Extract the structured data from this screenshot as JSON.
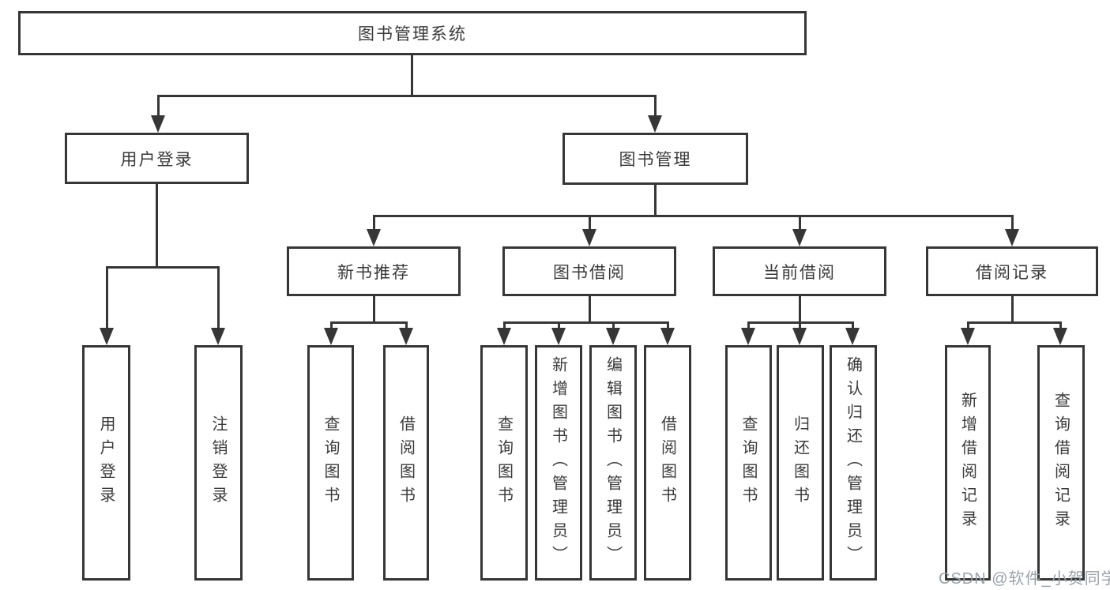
{
  "diagram": {
    "title": "图书管理系统",
    "level2": {
      "user_login": "用户登录",
      "book_management": "图书管理"
    },
    "level3": {
      "new_book_recommendation": "新书推荐",
      "book_borrowing": "图书借阅",
      "current_borrowing": "当前借阅",
      "borrowing_records": "借阅记录"
    },
    "leaves": {
      "user": [
        "用户登录",
        "注销登录"
      ],
      "recommend": [
        "查询图书",
        "借阅图书"
      ],
      "borrow": [
        "查询图书",
        "新增图书（管理员）",
        "编辑图书（管理员）",
        "借阅图书"
      ],
      "current": [
        "查询图书",
        "归还图书",
        "确认归还（管理员）"
      ],
      "records": [
        "新增借阅记录",
        "查询借阅记录"
      ]
    }
  },
  "watermark": {
    "text": "CSDN @软件_小贺同学"
  },
  "colors": {
    "line": "#363636",
    "box_border": "#363636",
    "text": "#3a3a3a",
    "watermark": "#9aa2ac",
    "background": "#ffffff"
  }
}
